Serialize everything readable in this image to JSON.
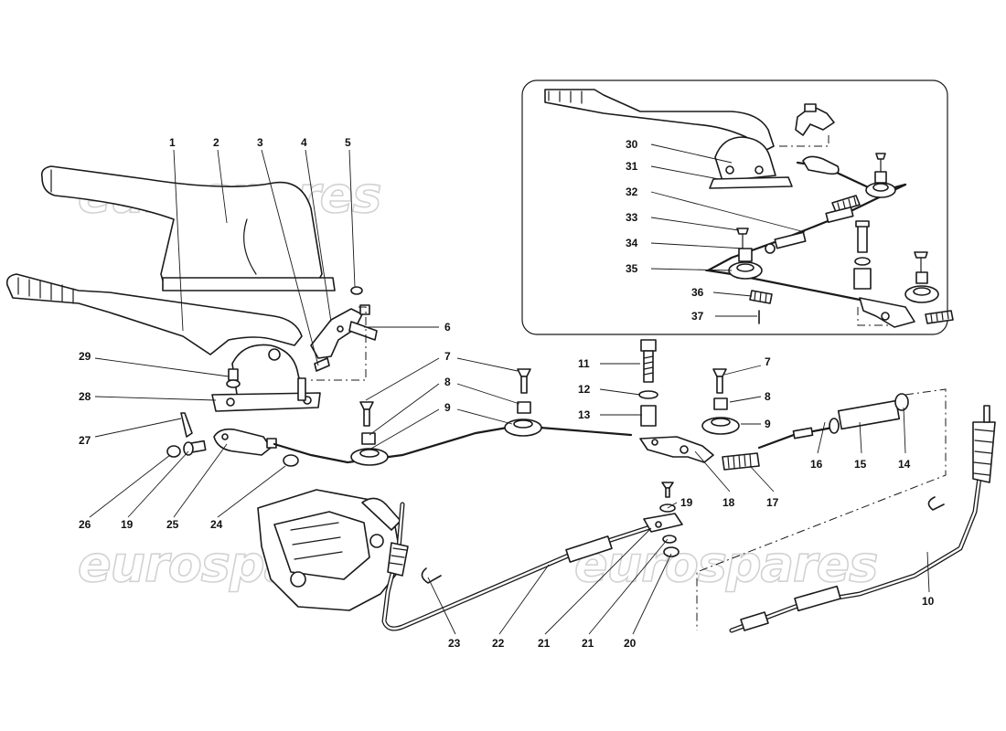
{
  "watermark": {
    "text": "eurospares"
  },
  "callouts": {
    "c1": "1",
    "c2": "2",
    "c3": "3",
    "c4": "4",
    "c5": "5",
    "c6": "6",
    "c7a": "7",
    "c8a": "8",
    "c9a": "9",
    "c7b": "7",
    "c8b": "8",
    "c9b": "9",
    "c10": "10",
    "c11": "11",
    "c12": "12",
    "c13": "13",
    "c14": "14",
    "c15": "15",
    "c16": "16",
    "c17": "17",
    "c18": "18",
    "c19a": "19",
    "c19b": "19",
    "c20": "20",
    "c21a": "21",
    "c21b": "21",
    "c22": "22",
    "c23": "23",
    "c24": "24",
    "c25": "25",
    "c26": "26",
    "c27": "27",
    "c28": "28",
    "c29": "29",
    "c30": "30",
    "c31": "31",
    "c32": "32",
    "c33": "33",
    "c34": "34",
    "c35": "35",
    "c36": "36",
    "c37": "37"
  }
}
